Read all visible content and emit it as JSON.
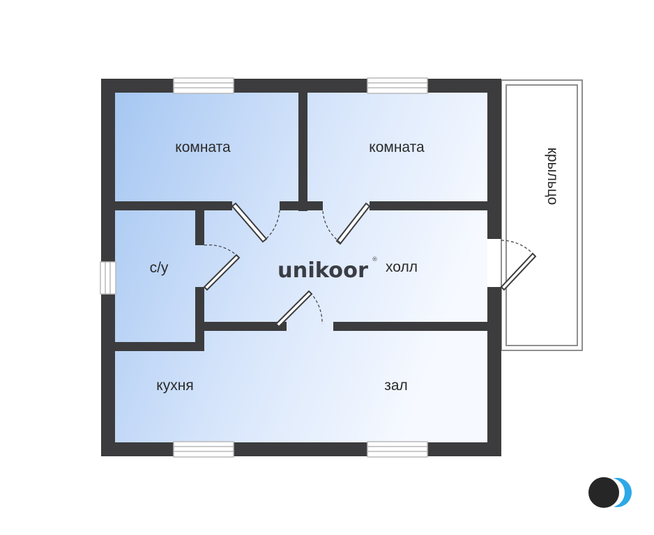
{
  "floor_plan": {
    "rooms": {
      "room_left": "комната",
      "room_right": "комната",
      "bathroom": "с/у",
      "hall": "холл",
      "kitchen": "кухня",
      "living_room": "зал",
      "porch": "крыльцо"
    },
    "brand": {
      "name": "unikoor",
      "registered_mark": "®"
    }
  },
  "colors": {
    "wall": "#3c3c3e",
    "room_fill_deep": "#a9c9f3",
    "room_fill_light": "#f4f8ff",
    "window_frame": "#cccccc",
    "door_line": "#3c3c3e",
    "logo_dark": "#262626",
    "logo_accent": "#2ea8e6"
  },
  "icons": [
    "unikoor-logo-icon",
    "corner-badge-icon"
  ]
}
